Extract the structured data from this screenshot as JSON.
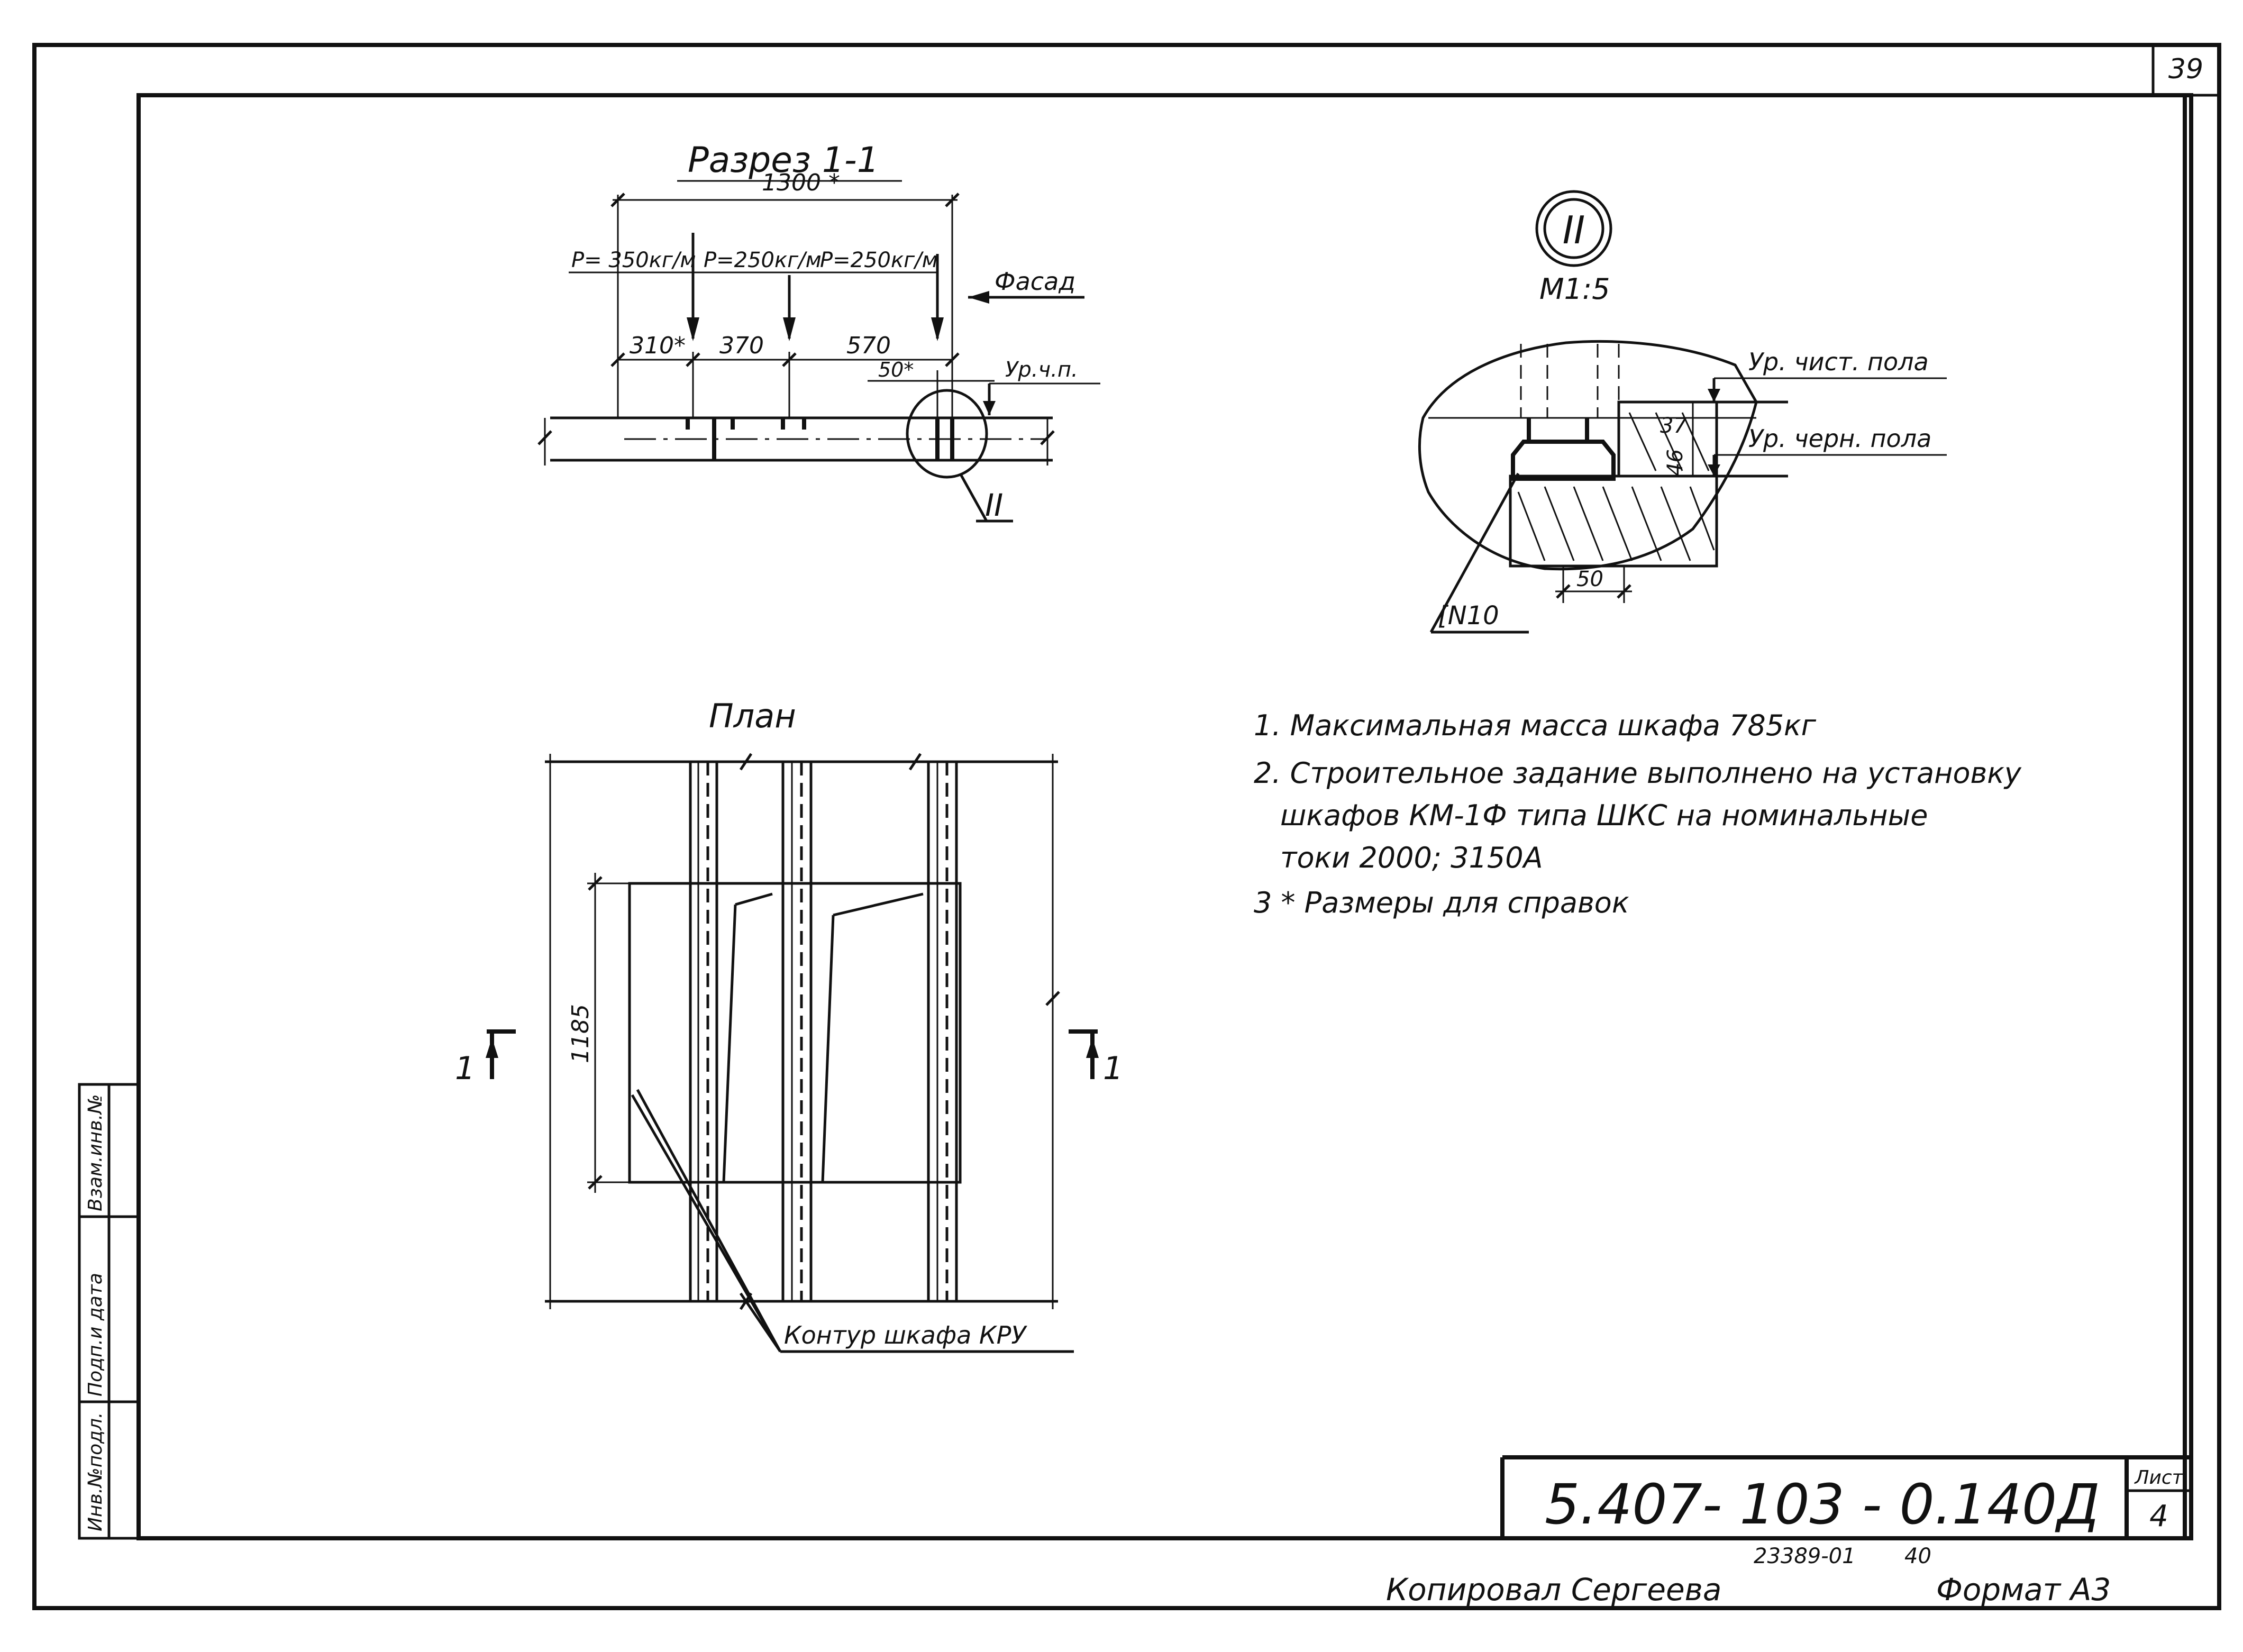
{
  "sheet": {
    "page_number": "39",
    "sheet_label": "Лист",
    "sheet_number": "4",
    "document_code": "5.407- 103 - 0.140Д",
    "archive_number": "23389-01",
    "archive_suffix": "40",
    "copied_by": "Копировал  Сергеева",
    "format": "Формат А3"
  },
  "stamp": {
    "inv_no": "Инв.№подл.",
    "signature_date": "Подп.и дата",
    "replaces_inv": "Взам.инв.№"
  },
  "section": {
    "title": "Разрез 1-1",
    "dim_total": "1300 *",
    "load_1": "P= 350кг/м",
    "load_2": "P=250кг/м",
    "load_3": "P=250кг/м",
    "facade": "Фасад",
    "dim_1": "310*",
    "dim_2": "370",
    "dim_3": "570",
    "dim_4": "50*",
    "floor_level": "Ур.ч.п.",
    "callout": "II"
  },
  "detail": {
    "marker": "II",
    "scale": "М1:5",
    "clean_floor": "Ур. чист. пола",
    "rough_floor": "Ур. черн. пола",
    "dim_37": "37",
    "dim_46": "46",
    "dim_50": "50",
    "profile": "[N10"
  },
  "plan": {
    "title": "План",
    "dim_depth": "1185",
    "cut_left": "1",
    "cut_right": "1",
    "contour_label": "Контур шкафа КРУ"
  },
  "notes": [
    "1. Максимальная масса шкафа 785кг",
    "2. Строительное задание выполнено на установку",
    "шкафов КМ-1Ф типа ШКС на номинальные",
    "токи 2000; 3150А",
    "3 * Размеры для справок"
  ]
}
